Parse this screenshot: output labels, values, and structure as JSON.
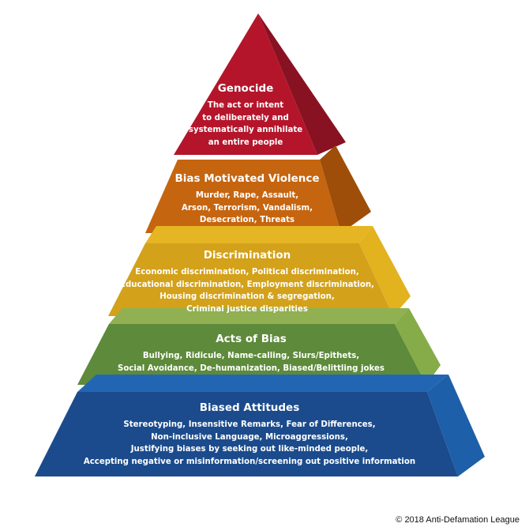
{
  "tiers": [
    {
      "title": "Genocide",
      "lines": [
        "The act or intent",
        "to deliberately and",
        "systematically annihilate",
        "an entire people"
      ],
      "colors": {
        "front": "#B5152B",
        "side": "#891222",
        "top": "#C41E3A"
      }
    },
    {
      "title": "Bias Motivated Violence",
      "lines": [
        "Murder, Rape, Assault,",
        "Arson, Terrorism, Vandalism,",
        "Desecration, Threats"
      ],
      "colors": {
        "front": "#C6650F",
        "side": "#9E4E08",
        "top": "#B55A0A"
      }
    },
    {
      "title": "Discrimination",
      "lines": [
        "Economic discrimination, Political discrimination,",
        "Educational discrimination, Employment discrimination,",
        "Housing discrimination & segregation,",
        "Criminal justice disparities"
      ],
      "colors": {
        "front": "#D3A11A",
        "side": "#E2B21F",
        "top": "#E6B523"
      }
    },
    {
      "title": "Acts of Bias",
      "lines": [
        "Bullying, Ridicule, Name-calling, Slurs/Epithets,",
        "Social Avoidance, De-humanization, Biased/Belittling jokes"
      ],
      "colors": {
        "front": "#5E8A3B",
        "side": "#86AC4A",
        "top": "#90B052"
      }
    },
    {
      "title": "Biased Attitudes",
      "lines": [
        "Stereotyping, Insensitive Remarks, Fear of Differences,",
        "Non-inclusive Language, Microaggressions,",
        "Justifying biases by seeking out like-minded people,",
        "Accepting negative or misinformation/screening out positive information"
      ],
      "colors": {
        "front": "#1B4B8C",
        "side": "#1D5FA8",
        "top": "#2266B3"
      }
    }
  ],
  "copyright": "© 2018 Anti-Defamation League"
}
